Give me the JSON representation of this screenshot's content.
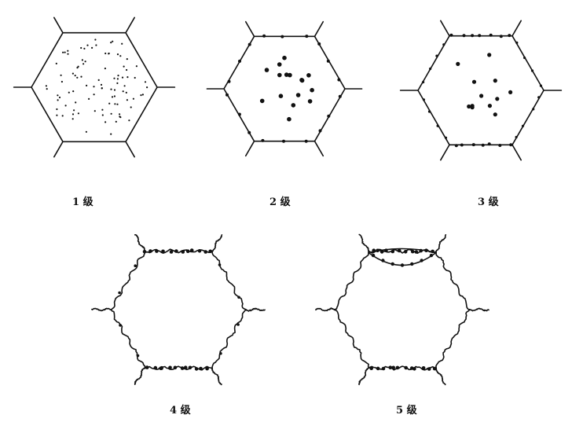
{
  "figure": {
    "panels": [
      {
        "id": "grade-1",
        "caption": "1 级",
        "distribution": "fine-dispersed",
        "boundary": "straight"
      },
      {
        "id": "grade-2",
        "caption": "2 级",
        "distribution": "interior-coarse-plus-boundary",
        "boundary": "straight"
      },
      {
        "id": "grade-3",
        "caption": "3 级",
        "distribution": "mostly-boundary",
        "boundary": "straight"
      },
      {
        "id": "grade-4",
        "caption": "4 级",
        "distribution": "boundary-clusters",
        "boundary": "wavy"
      },
      {
        "id": "grade-5",
        "caption": "5 级",
        "distribution": "boundary-network",
        "boundary": "wavy"
      }
    ]
  }
}
